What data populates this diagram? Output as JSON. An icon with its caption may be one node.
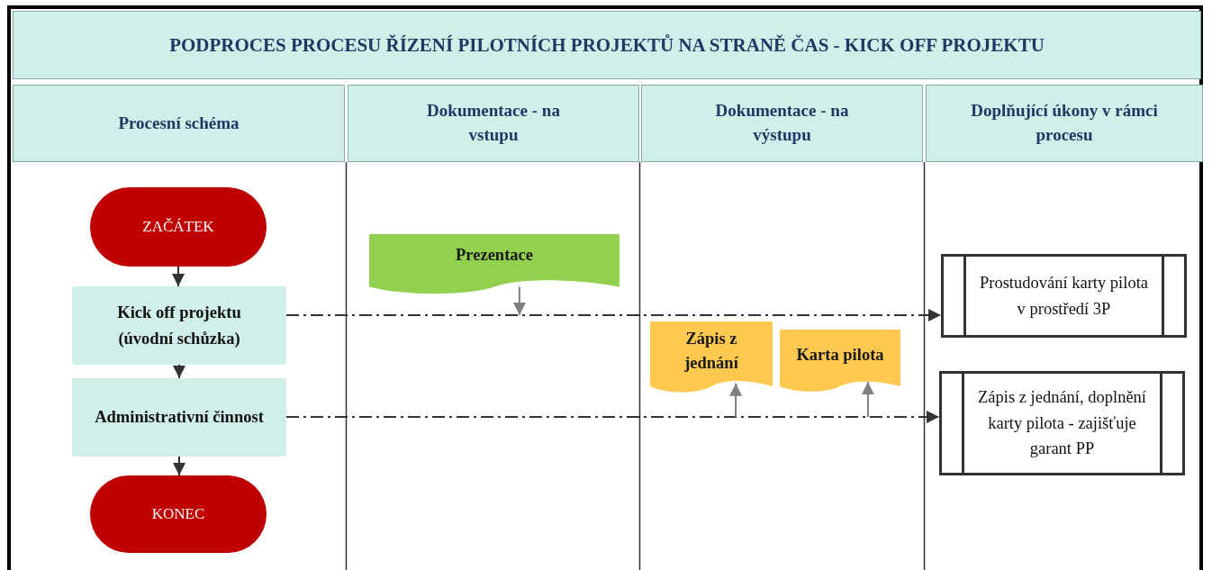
{
  "diagram": {
    "title": "PODPROCES PROCESU ŘÍZENÍ PILOTNÍCH PROJEKTŮ NA STRANĚ ČAS - KICK OFF PROJEKTU",
    "nodes": [
      {
        "text": [
          "Procesní schéma"
        ]
      },
      {
        "text": [
          "Dokumentace - na vstupu"
        ]
      },
      {
        "text": [
          "Dokumentace - na výstupu"
        ]
      },
      {
        "text": [
          "Doplňující úkony v rámci procesu"
        ]
      },
      {
        "text": [
          "ZAČÁTEK"
        ]
      },
      {
        "text": [
          "Kick off projektu (úvodní schůzka)"
        ]
      },
      {
        "text": [
          "Administrativní činnost"
        ]
      },
      {
        "text": [
          "KONEC"
        ]
      },
      {
        "text": [
          "Prezentace"
        ]
      },
      {
        "text": [
          "Zápis z jednání"
        ]
      },
      {
        "text": [
          "Karta pilota"
        ]
      },
      {
        "text": [
          "Prostudování karty pilota v prostředí 3P"
        ]
      },
      {
        "text": [
          "Zápis z jednání, doplnění karty pilota - zajišťuje garant PP"
        ]
      }
    ],
    "edges": [
      {
        "from": 4,
        "to": 5,
        "arrow": "to"
      },
      {
        "from": 5,
        "to": 6,
        "arrow": "to"
      },
      {
        "from": 6,
        "to": 7,
        "arrow": "to"
      },
      {
        "from": 5,
        "to": 11,
        "arrow": "to",
        "style": "dashed"
      },
      {
        "from": 6,
        "to": 12,
        "arrow": "to",
        "style": "dashed"
      },
      {
        "from": 8,
        "to": null,
        "arrow": "to",
        "color": "#808080"
      },
      {
        "from": null,
        "to": 9,
        "arrow": "to",
        "color": "#808080"
      },
      {
        "from": null,
        "to": 10,
        "arrow": "to",
        "color": "#808080"
      }
    ]
  }
}
